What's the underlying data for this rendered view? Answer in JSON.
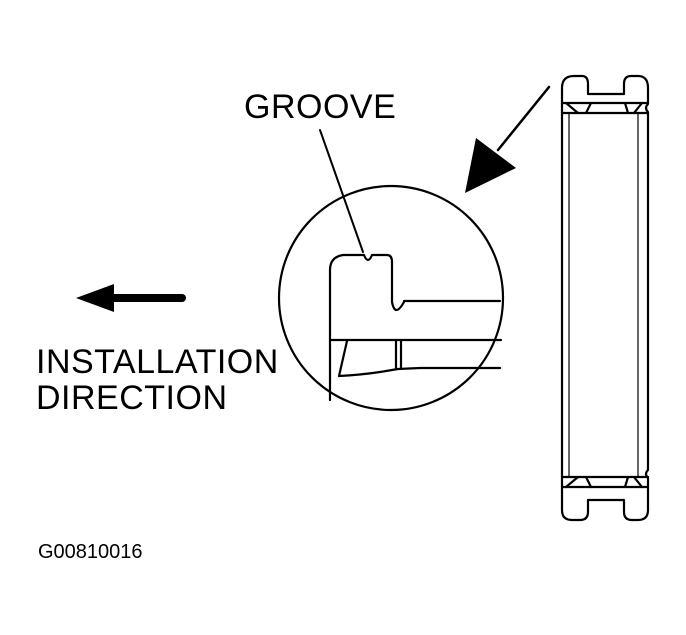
{
  "labels": {
    "groove": "GROOVE",
    "installation_line1": "INSTALLATION",
    "installation_line2": "DIRECTION",
    "figure_id": "G00810016"
  },
  "colors": {
    "ink": "#000000",
    "background": "#ffffff"
  }
}
